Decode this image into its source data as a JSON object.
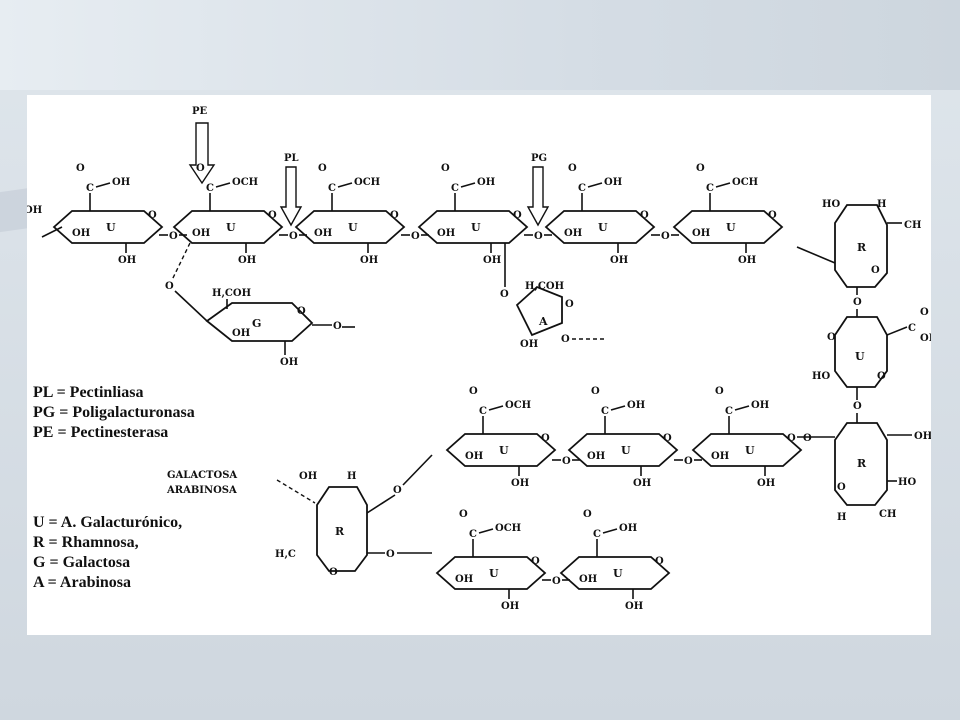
{
  "arrows": {
    "pe": "PE",
    "pl": "PL",
    "pg": "PG"
  },
  "legend": {
    "pl": "PL = Pectinliasa",
    "pg": "PG = Poligalacturonasa",
    "pe": "PE = Pectinesterasa",
    "u": "U = A. Galacturónico,",
    "r": "R = Rhamnosa,",
    "g": "G = Galactosa",
    "a": "A = Arabinosa"
  },
  "side_label": {
    "line1": "GALACTOSA",
    "line2": "ARABINOSA"
  },
  "groups": {
    "cooh": "C",
    "oh": "OH",
    "och3": "OCH",
    "o": "O",
    "ho": "HO",
    "h": "H",
    "ch3": "CH",
    "h2coh": "H,COH",
    "h3c": "H,C"
  },
  "units": {
    "u": "U",
    "r": "R",
    "g": "G",
    "a": "A"
  }
}
